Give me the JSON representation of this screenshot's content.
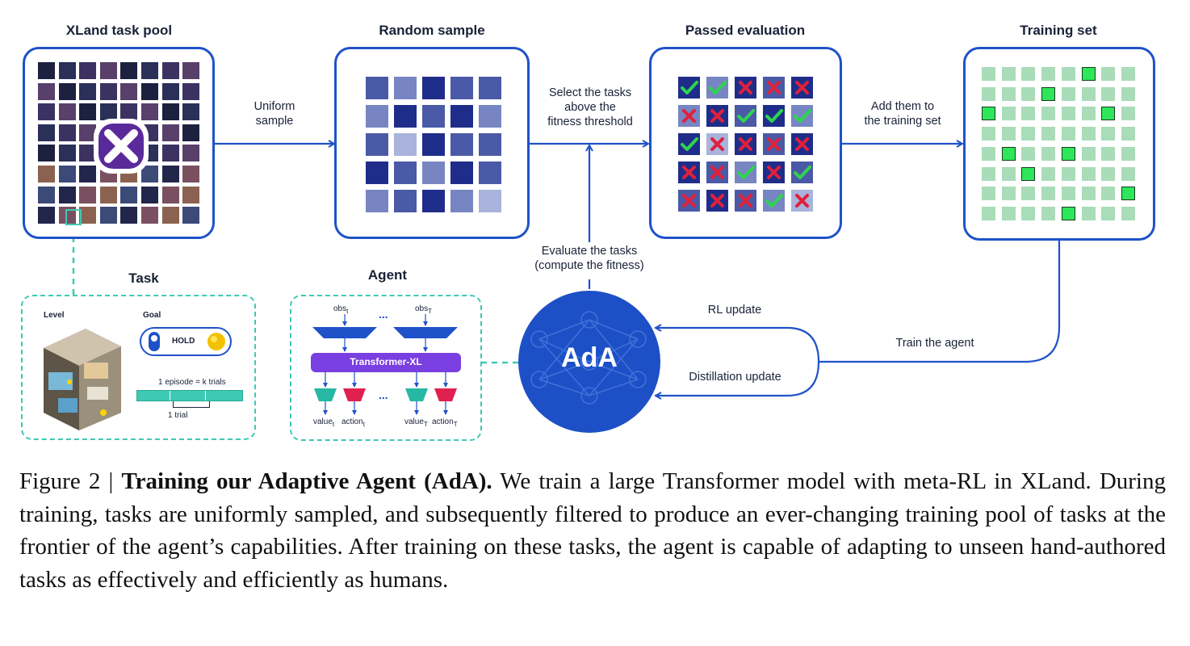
{
  "headers": {
    "pool": "XLand task pool",
    "random": "Random sample",
    "passed": "Passed evaluation",
    "training": "Training set",
    "task": "Task",
    "agent": "Agent"
  },
  "labels": {
    "uniform": "Uniform\nsample",
    "select": "Select the tasks\nabove the\nfitness threshold",
    "add": "Add them to\nthe training set",
    "evaluate": "Evaluate the tasks\n(compute the fitness)",
    "rl_update": "RL update",
    "distill": "Distillation update",
    "train_agent": "Train the agent",
    "ada": "AdA"
  },
  "task_panel": {
    "level": "Level",
    "goal": "Goal",
    "hold": "HOLD",
    "episode": "1 episode = k trials",
    "trial": "1 trial"
  },
  "agent_panel": {
    "obs_t": "obs",
    "obs_t_sub": "t",
    "obs_T": "obs",
    "obs_T_sub": "T",
    "dots": "...",
    "transformer": "Transformer-XL",
    "value_t": "value",
    "value_t_sub": "t",
    "action_t": "action",
    "action_t_sub": "t",
    "value_T": "value",
    "value_T_sub": "T",
    "action_T": "action",
    "action_T_sub": "T"
  },
  "caption": {
    "prefix": "Figure 2 | ",
    "bold": "Training our Adaptive Agent (AdA).",
    "rest": " We train a large Transformer model with meta-RL in XLand. During training, tasks are uniformly sampled, and subsequently filtered to produce an ever-changing training pool of tasks at the frontier of the agent’s capabilities. After training on these tasks, the agent is capable of adapting to unseen hand-authored tasks as effectively and efficiently as humans."
  },
  "colors": {
    "blue": "#1f52c8",
    "teal": "#3ec9b4",
    "light_green": "#a9dcb8",
    "bright_green": "#2ee65a",
    "check": "#2ed44f",
    "cross": "#e0203a"
  },
  "random_grid": [
    [
      3,
      2,
      4,
      3,
      3
    ],
    [
      2,
      4,
      3,
      4,
      2
    ],
    [
      3,
      1,
      4,
      3,
      3
    ],
    [
      4,
      3,
      2,
      4,
      3
    ],
    [
      2,
      3,
      4,
      2,
      1
    ]
  ],
  "eval_grid": [
    [
      [
        4,
        "check"
      ],
      [
        2,
        "check"
      ],
      [
        4,
        "cross"
      ],
      [
        3,
        "cross"
      ],
      [
        4,
        "cross"
      ]
    ],
    [
      [
        2,
        "cross"
      ],
      [
        4,
        "cross"
      ],
      [
        3,
        "check"
      ],
      [
        4,
        "check"
      ],
      [
        2,
        "check"
      ]
    ],
    [
      [
        4,
        "check"
      ],
      [
        1,
        "cross"
      ],
      [
        4,
        "cross"
      ],
      [
        3,
        "cross"
      ],
      [
        4,
        "cross"
      ]
    ],
    [
      [
        4,
        "cross"
      ],
      [
        3,
        "cross"
      ],
      [
        2,
        "check"
      ],
      [
        4,
        "cross"
      ],
      [
        3,
        "check"
      ]
    ],
    [
      [
        3,
        "cross"
      ],
      [
        4,
        "cross"
      ],
      [
        3,
        "cross"
      ],
      [
        2,
        "check"
      ],
      [
        1,
        "cross"
      ]
    ]
  ],
  "training_highlight": [
    [
      0,
      5
    ],
    [
      1,
      3
    ],
    [
      2,
      0
    ],
    [
      2,
      6
    ],
    [
      4,
      1
    ],
    [
      4,
      4
    ],
    [
      5,
      2
    ],
    [
      6,
      7
    ],
    [
      7,
      4
    ]
  ]
}
